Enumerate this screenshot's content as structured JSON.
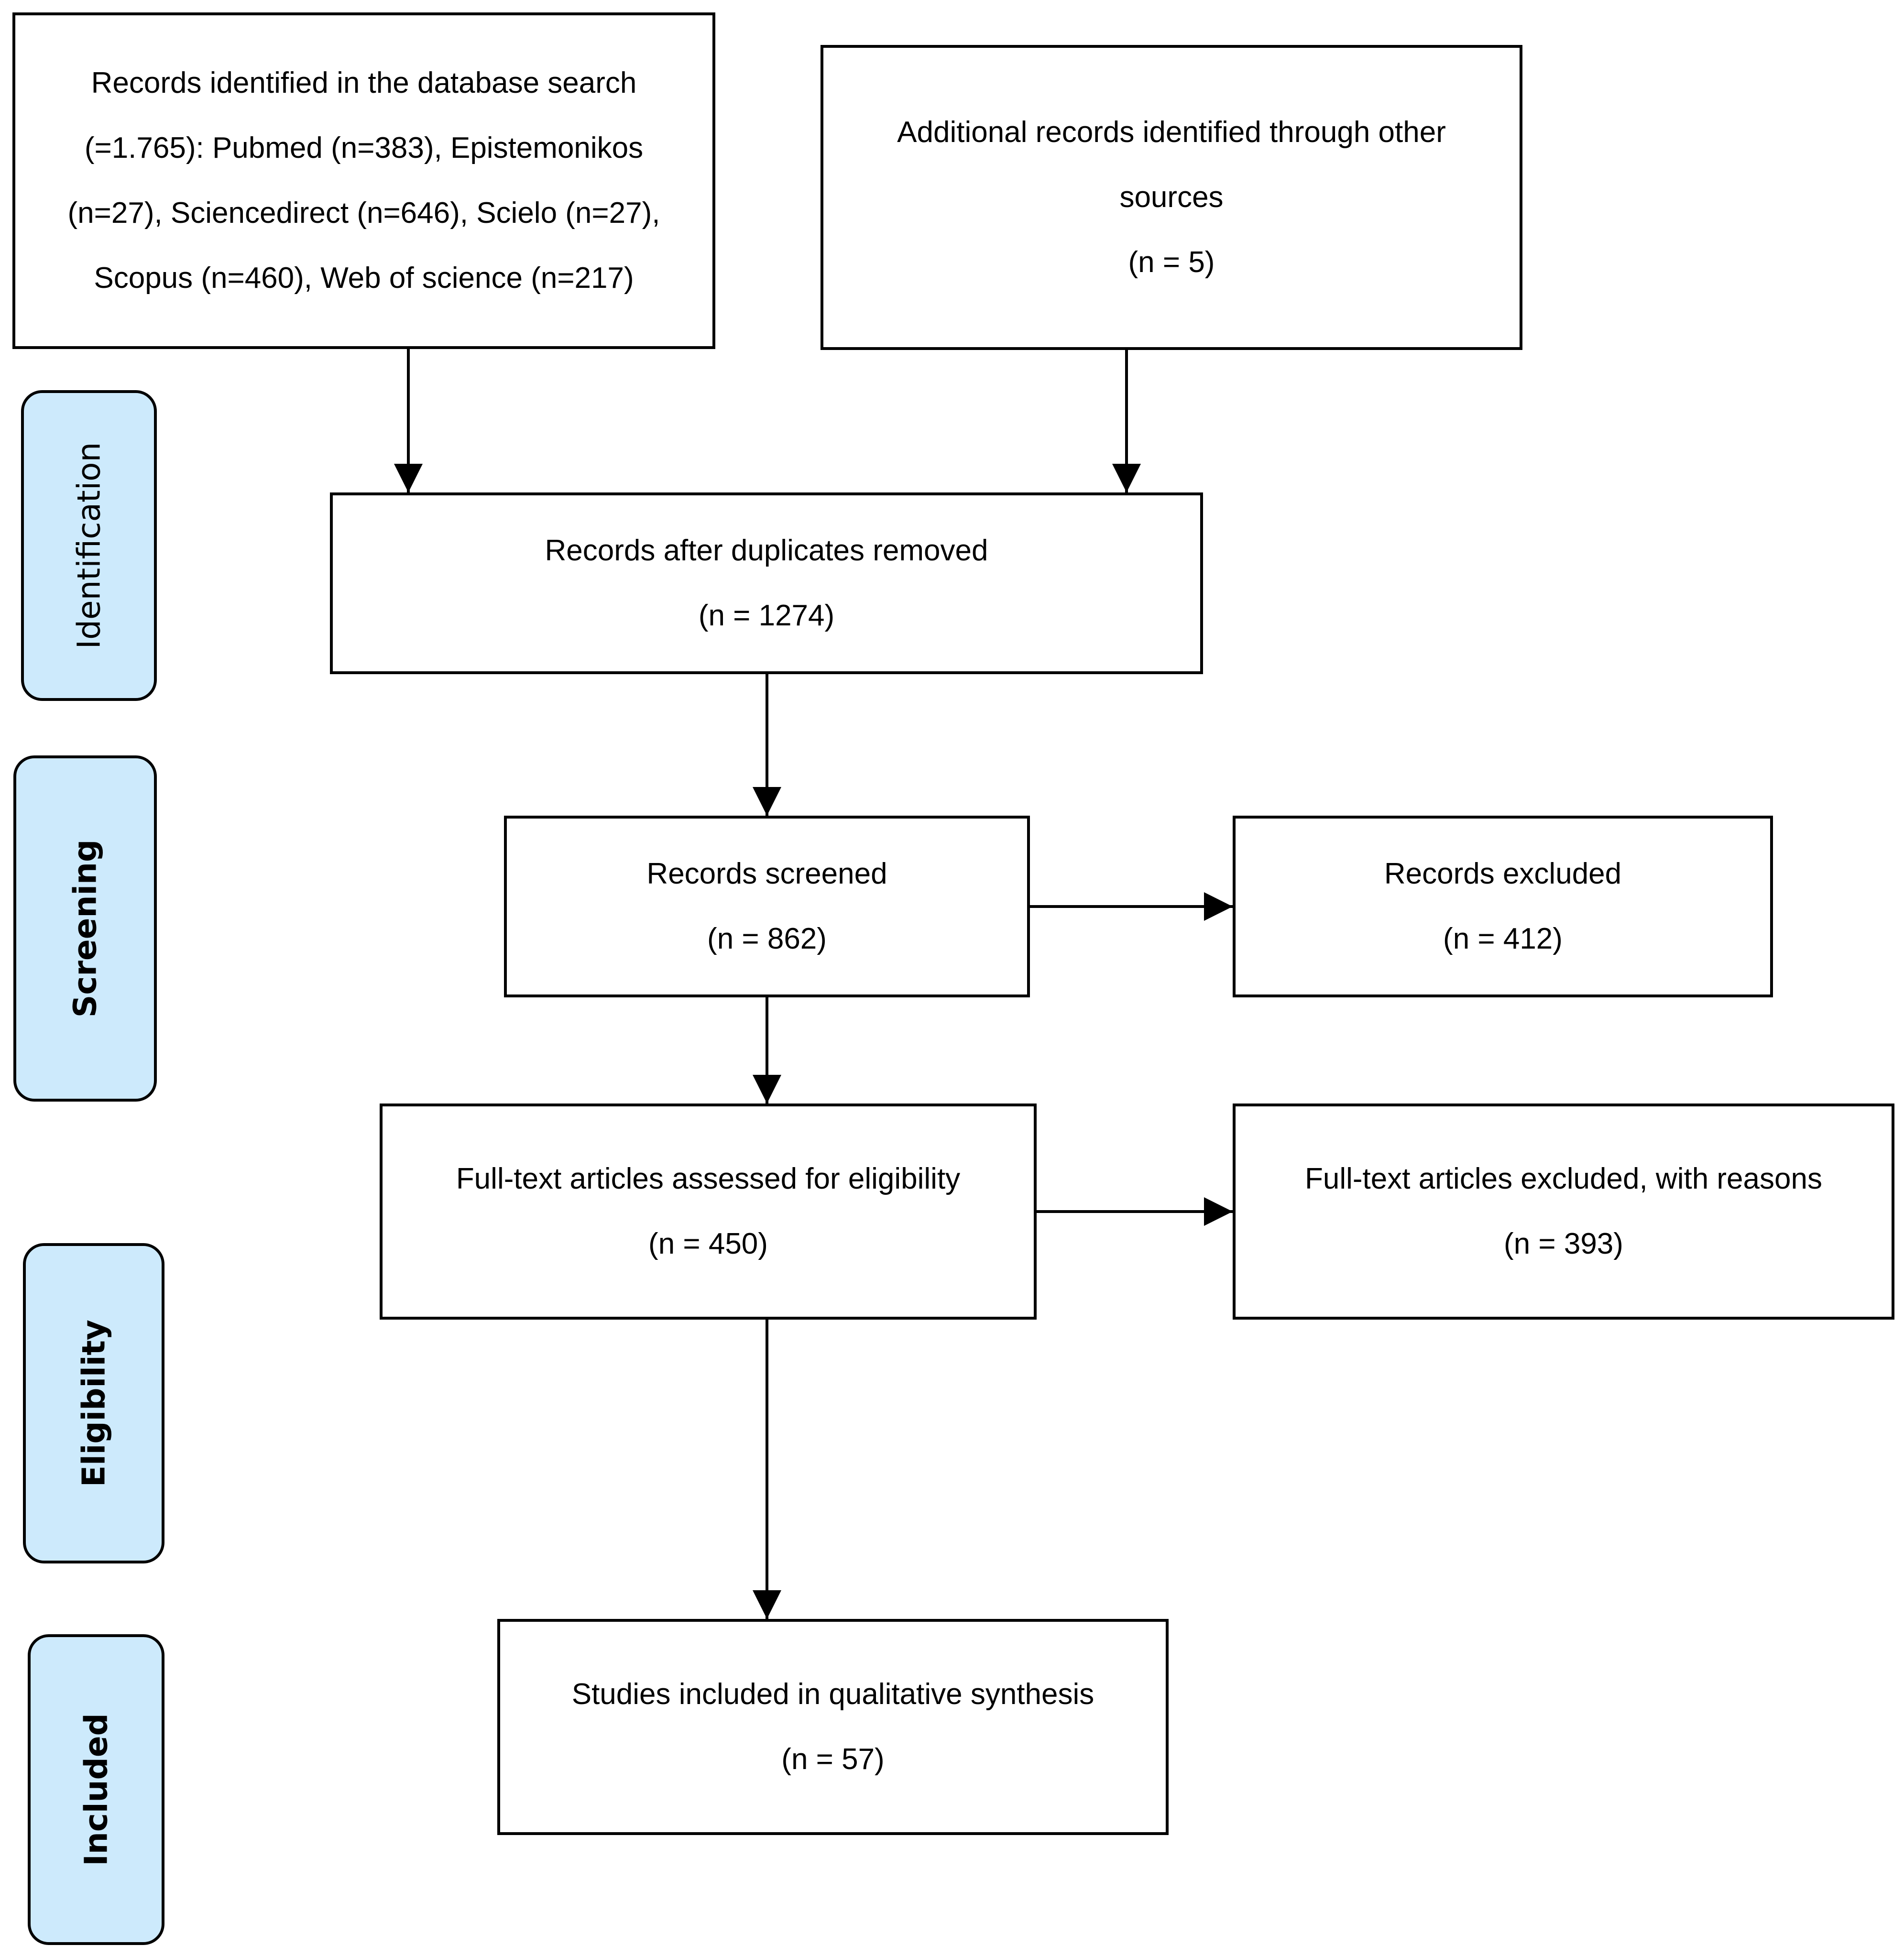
{
  "phases": {
    "identification": "Identification",
    "screening": "Screening",
    "eligibility": "Eligibility",
    "included": "Included"
  },
  "boxes": {
    "database_search": {
      "lines": [
        "Records identified in the database search",
        "(=1.765): Pubmed (n=383), Epistemonikos",
        "(n=27), Sciencedirect (n=646), Scielo (n=27),",
        "Scopus (n=460), Web of science (n=217)"
      ]
    },
    "other_sources": {
      "lines": [
        "Additional records identified through other",
        "sources",
        "(n = 5)"
      ]
    },
    "after_duplicates": {
      "lines": [
        "Records after duplicates removed",
        "(n = 1274)"
      ]
    },
    "screened": {
      "lines": [
        "Records screened",
        "(n = 862)"
      ]
    },
    "excluded": {
      "lines": [
        "Records excluded",
        "(n = 412)"
      ]
    },
    "full_text_assessed": {
      "lines": [
        "Full-text articles assessed for eligibility",
        "(n = 450)"
      ]
    },
    "full_text_excluded": {
      "lines": [
        "Full-text articles excluded, with reasons",
        "(n = 393)"
      ]
    },
    "included_studies": {
      "lines": [
        "Studies included in qualitative synthesis",
        "(n = 57)"
      ]
    }
  },
  "colors": {
    "phase_fill": "#cdeafc",
    "stroke": "#000000"
  }
}
